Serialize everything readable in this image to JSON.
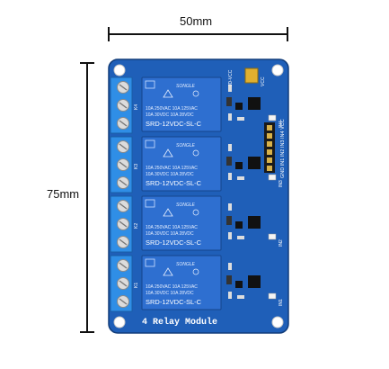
{
  "dimensions": {
    "width_label": "50mm",
    "height_label": "75mm"
  },
  "board": {
    "title": "4 Relay Module",
    "pin_header_label": "GND IN1 IN2 IN3 IN4 VCC",
    "jumper_labels": [
      "JD-VCC",
      "VCC"
    ],
    "channel_labels": [
      "IN4",
      "IN3",
      "IN2",
      "IN1"
    ],
    "terminal_labels": [
      "K4",
      "K3",
      "K2",
      "K1"
    ],
    "pcb_color": "#1f5fb8",
    "relay_color": "#2e6fd0",
    "terminal_color": "#2f8ee6",
    "jumper_color": "#e0b030"
  },
  "relays": [
    {
      "brand": "SONGLE",
      "line1": "10A 250VAC  10A 125VAC",
      "line2": "10A  30VDC  10A  28VDC",
      "model": "SRD-12VDC-SL-C"
    },
    {
      "brand": "SONGLE",
      "line1": "10A 250VAC  10A 125VAC",
      "line2": "10A  30VDC  10A  28VDC",
      "model": "SRD-12VDC-SL-C"
    },
    {
      "brand": "SONGLE",
      "line1": "10A 250VAC  10A 125VAC",
      "line2": "10A  30VDC  10A  28VDC",
      "model": "SRD-12VDC-SL-C"
    },
    {
      "brand": "SONGLE",
      "line1": "10A 250VAC  10A 125VAC",
      "line2": "10A  30VDC  10A  28VDC",
      "model": "SRD-12VDC-SL-C"
    }
  ]
}
